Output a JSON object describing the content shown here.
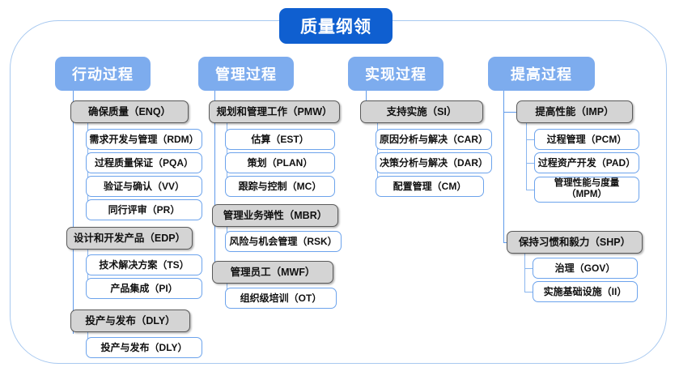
{
  "diagram": {
    "root": {
      "label": "质量纲领"
    },
    "colors": {
      "root_badge": "#0f5fd0",
      "column_badge": "#7dacee",
      "group_node_fill": "#d4d4d4",
      "group_node_border": "#5a5a5a",
      "leaf_node_border": "#6ca3ec",
      "connector": "#5f9aea",
      "frame_border": "#a8c9f0"
    },
    "columns": [
      {
        "header": "行动过程",
        "groups": [
          {
            "label": "确保质量（ENQ）",
            "items": [
              "需求开发与管理（RDM）",
              "过程质量保证（PQA）",
              "验证与确认（VV）",
              "同行评审（PR）"
            ]
          },
          {
            "label": "设计和开发产品（EDP）",
            "items": [
              "技术解决方案（TS）",
              "产品集成（PI）"
            ]
          },
          {
            "label": "投产与发布（DLY）",
            "items": [
              "投产与发布（DLY）"
            ]
          }
        ]
      },
      {
        "header": "管理过程",
        "groups": [
          {
            "label": "规划和管理工作（PMW）",
            "items": [
              "估算（EST）",
              "策划（PLAN）",
              "跟踪与控制（MC）"
            ]
          },
          {
            "label": "管理业务弹性（MBR）",
            "items": [
              "风险与机会管理（RSK）"
            ]
          },
          {
            "label": "管理员工（MWF）",
            "items": [
              "组织级培训（OT）"
            ]
          }
        ]
      },
      {
        "header": "实现过程",
        "groups": [
          {
            "label": "支持实施（SI）",
            "items": [
              "原因分析与解决（CAR）",
              "决策分析与解决（DAR）",
              "配置管理（CM）"
            ]
          }
        ]
      },
      {
        "header": "提高过程",
        "groups": [
          {
            "label": "提高性能（IMP）",
            "items": [
              "过程管理（PCM）",
              "过程资产开发（PAD）",
              "管理性能与度量\n（MPM）"
            ]
          },
          {
            "label": "保持习惯和毅力（SHP）",
            "items": [
              "治理（GOV）",
              "实施基础设施（II）"
            ]
          }
        ]
      }
    ]
  }
}
